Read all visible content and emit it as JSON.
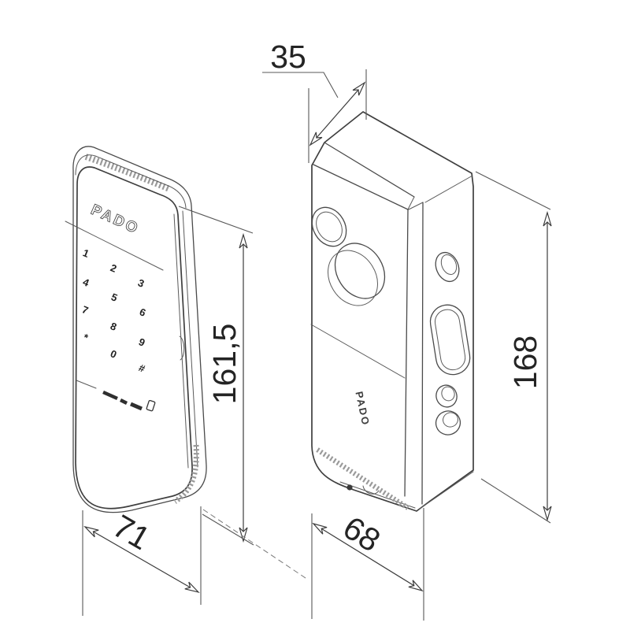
{
  "drawing": {
    "kind": "dimensional drawing, digital door lock (front keypad unit and rear lock body)",
    "style": {
      "background": "#ffffff",
      "line_color": "#4a4a4a",
      "text_color": "#242424"
    },
    "views": {
      "front": {
        "brand": "PADO",
        "keys": [
          "1",
          "2",
          "3",
          "4",
          "5",
          "6",
          "7",
          "8",
          "9",
          "*",
          "0",
          "#"
        ]
      },
      "rear": {
        "brand": "PADO"
      }
    },
    "dimensions": {
      "depth": "35",
      "front_height": "161,5",
      "front_width": "71",
      "body_width": "68",
      "body_height": "168"
    }
  }
}
